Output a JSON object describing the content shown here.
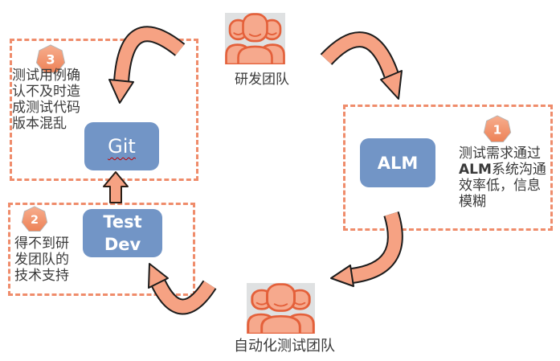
{
  "diagram": {
    "nodes": {
      "git_label": "Git",
      "alm_label": "ALM",
      "testdev_line1": "Test",
      "testdev_line2": "Dev"
    },
    "teams": {
      "dev_label": "研发团队",
      "qa_label": "自动化测试团队"
    },
    "issues": {
      "one": {
        "badge": "1",
        "line1": "测试需求通过",
        "line2_em": "ALM",
        "line2_rest": "系统沟通",
        "line3": "效率低，信息",
        "line4": "模糊"
      },
      "two": {
        "badge": "2",
        "line1": "得不到研",
        "line2": "发团队的",
        "line3": "技术支持"
      },
      "three": {
        "badge": "3",
        "line1": "测试用例确",
        "line2": "认不及时造",
        "line3": "成测试代码",
        "line4": "版本混乱"
      }
    },
    "colors": {
      "dashed_border": "#EF8C6B",
      "arrow_fill": "#F6A283",
      "arrow_outline": "#1C1C1C",
      "node_blue": "#7295C6",
      "badge_fill": "#F09070",
      "text_dark": "#3A3A3A",
      "icon_background": "#DFE1E2",
      "icon_stroke": "#E4603A",
      "icon_fill": "#F6A98D",
      "git_spellcheck_underline": "#C00000"
    }
  }
}
